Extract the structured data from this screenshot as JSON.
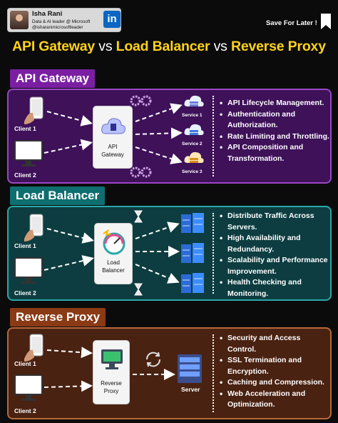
{
  "header": {
    "name": "Isha Rani",
    "line1": "Data & AI leader @ Microsoft",
    "line2": "@isharanimicrosoftleader",
    "linkedin": "in",
    "save": "Save For Later !"
  },
  "title": {
    "part1": "API Gateway",
    "vs1": " vs ",
    "part2": "Load Balancer",
    "vs2": " vs ",
    "part3": "Reverse Proxy"
  },
  "colors": {
    "api": "#7b1fa2",
    "lb": "#0e6e70",
    "rp": "#8a3a14",
    "title": "#ffd21a"
  },
  "api": {
    "heading": "API Gateway",
    "client1": "Client 1",
    "client2": "Client 2",
    "node": [
      "API",
      "Gateway"
    ],
    "service1": "Service 1",
    "service2": "Service 2",
    "service3": "Service 3",
    "bullets": [
      "API Lifecycle Management.",
      "Authentication and Authorization.",
      "Rate Limiting and Throttling.",
      "API Composition and Transformation."
    ]
  },
  "lb": {
    "heading": "Load Balancer",
    "client1": "Client 1",
    "client2": "Client 2",
    "node": [
      "Load",
      "Balancer"
    ],
    "bullets": [
      "Distribute Traffic Across Servers.",
      "High Availability and Redundancy.",
      "Scalability and Performance Improvement.",
      "Health Checking and Monitoring."
    ]
  },
  "rp": {
    "heading": "Reverse Proxy",
    "client1": "Client 1",
    "client2": "Client 2",
    "node": [
      "Reverse",
      "Proxy"
    ],
    "server": "Server",
    "bullets": [
      "Security and Access Control.",
      "SSL Termination and Encryption.",
      "Caching and Compression.",
      "Web Acceleration and Optimization."
    ]
  }
}
